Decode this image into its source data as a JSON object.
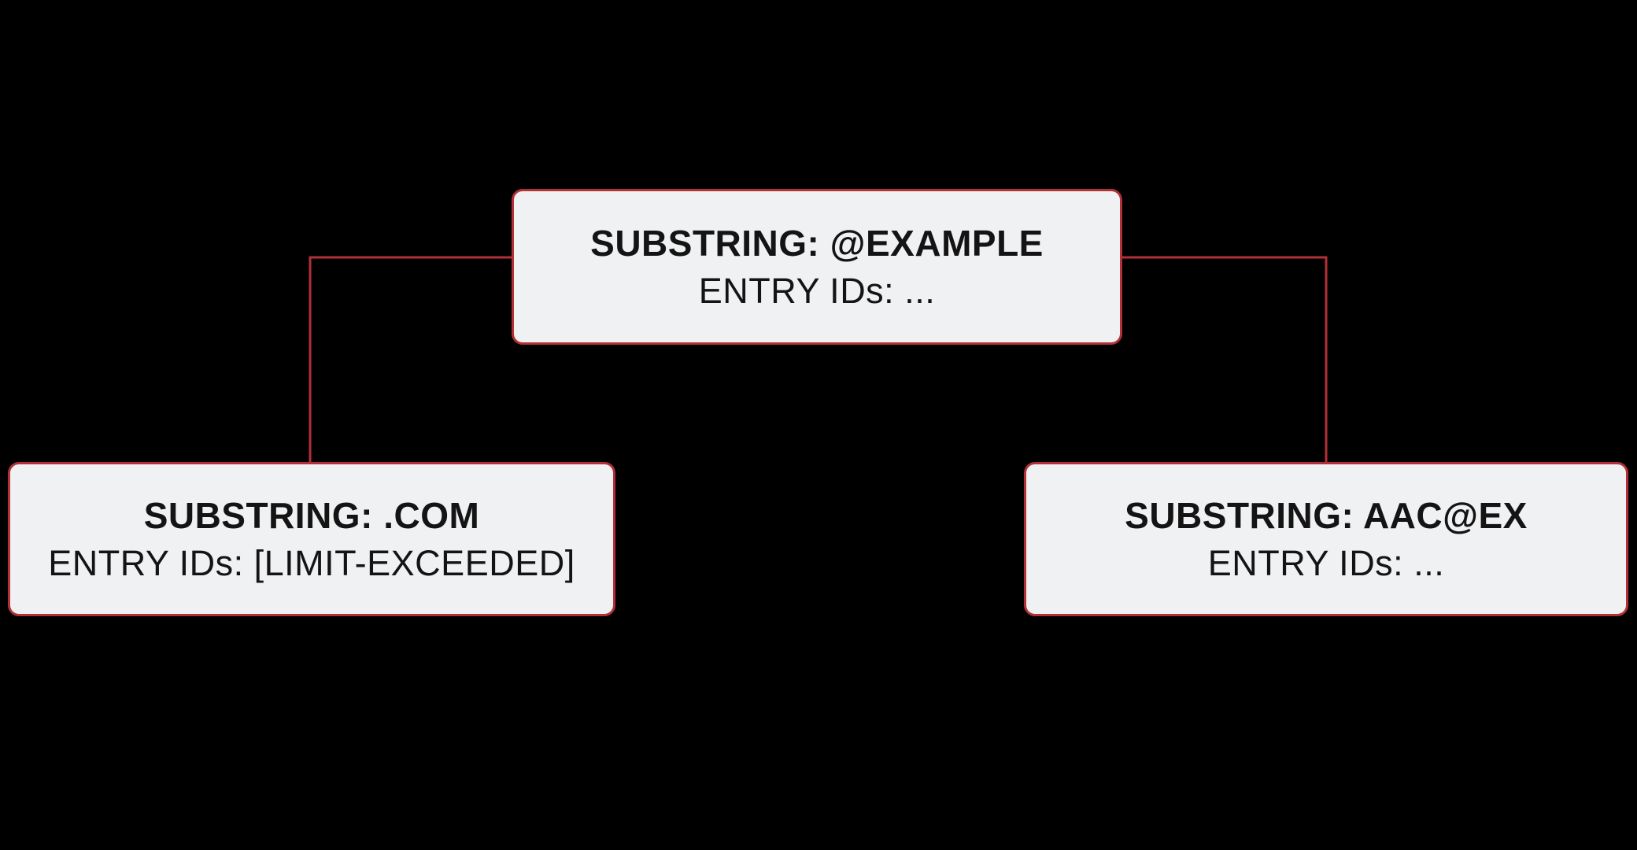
{
  "diagram": {
    "background_color": "#000000",
    "node_fill_color": "#f0f1f3",
    "node_border_color": "#b13137",
    "node_text_color": "#141414",
    "connector_color": "#b13137",
    "nodes": {
      "root": {
        "title": "SUBSTRING: @EXAMPLE",
        "subtitle": "ENTRY IDs: ..."
      },
      "left": {
        "title": "SUBSTRING: .COM",
        "subtitle": "ENTRY IDs: [LIMIT-EXCEEDED]"
      },
      "right": {
        "title": "SUBSTRING: AAC@EX",
        "subtitle": "ENTRY IDs: ..."
      }
    }
  }
}
